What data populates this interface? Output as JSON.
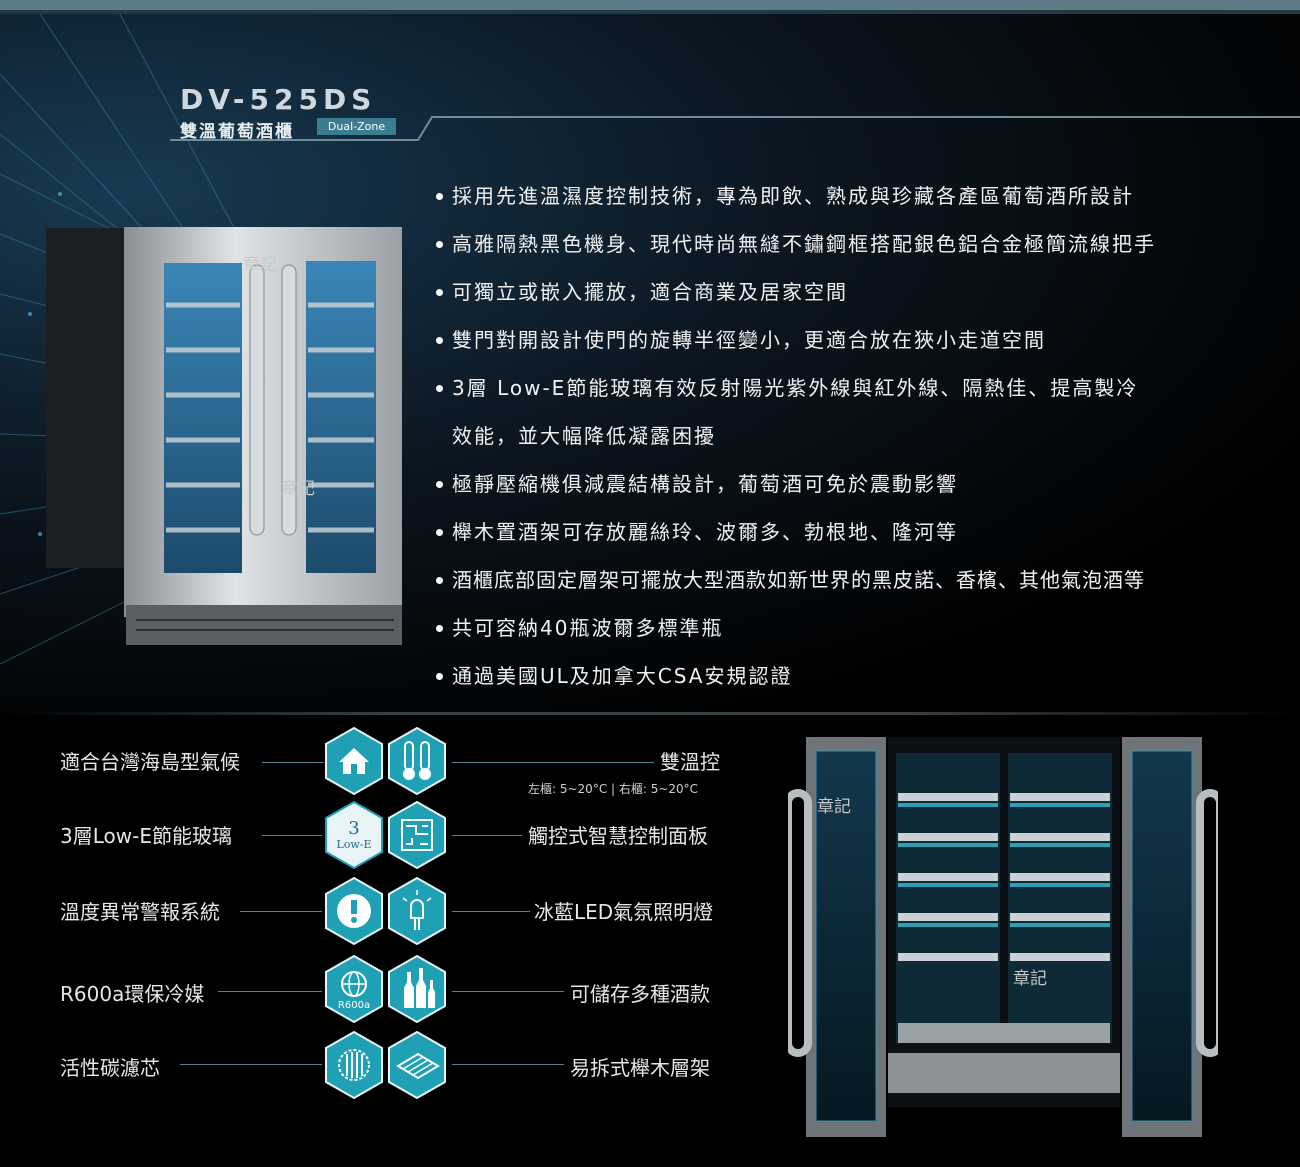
{
  "header": {
    "model": "DV-525DS",
    "subtitle": "雙溫葡萄酒櫃",
    "badge": "Dual-Zone"
  },
  "features": [
    {
      "text": "採用先進溫濕度控制技術，專為即飲、熟成與珍藏各產區葡萄酒所設計"
    },
    {
      "text": "高雅隔熱黑色機身、現代時尚無縫不鏽鋼框搭配銀色鋁合金極簡流線把手"
    },
    {
      "text": "可獨立或嵌入擺放，適合商業及居家空間"
    },
    {
      "text": "雙門對開設計使門的旋轉半徑變小，更適合放在狹小走道空間"
    },
    {
      "text": "3層 Low-E節能玻璃有效反射陽光紫外線與紅外線、隔熱佳、提高製冷"
    },
    {
      "text": "效能，並大幅降低凝露困擾"
    },
    {
      "text": "極靜壓縮機俱減震結構設計，葡萄酒可免於震動影響"
    },
    {
      "text": "櫸木置酒架可存放麗絲玲、波爾多、勃根地、隆河等"
    },
    {
      "text": "酒櫃底部固定層架可擺放大型酒款如新世界的黑皮諾、香檳、其他氣泡酒等"
    },
    {
      "text": "共可容納40瓶波爾多標準瓶"
    },
    {
      "text": "通過美國UL及加拿大CSA安規認證"
    }
  ],
  "icons": {
    "left": [
      {
        "label": "適合台灣海島型氣候",
        "icon": "house-icon"
      },
      {
        "label": "3層Low-E節能玻璃",
        "icon": "low-e-glass-icon"
      },
      {
        "label": "溫度異常警報系統",
        "icon": "alert-icon"
      },
      {
        "label": "R600a環保冷媒",
        "icon": "globe-refrigerant-icon"
      },
      {
        "label": "活性碳濾芯",
        "icon": "carbon-filter-icon"
      }
    ],
    "right": [
      {
        "label": "雙溫控",
        "sub": "左櫃: 5~20°C | 右櫃: 5~20°C",
        "icon": "thermometer-icon"
      },
      {
        "label": "觸控式智慧控制面板",
        "icon": "circuit-panel-icon"
      },
      {
        "label": "冰藍LED氣氛照明燈",
        "icon": "led-bulb-icon"
      },
      {
        "label": "可儲存多種酒款",
        "icon": "bottles-icon"
      },
      {
        "label": "易拆式櫸木層架",
        "icon": "shelf-icon"
      }
    ],
    "glyphs": {
      "low_e_number": "3",
      "low_e_text": "Low-E",
      "r600a_text": "R600a"
    }
  },
  "watermarks": [
    "章記",
    "章記",
    "章記",
    "章記"
  ],
  "colors": {
    "hex_fill": "#1fa0b4",
    "hex_border": "#e8f4f6",
    "connector": "#5a7f92"
  }
}
